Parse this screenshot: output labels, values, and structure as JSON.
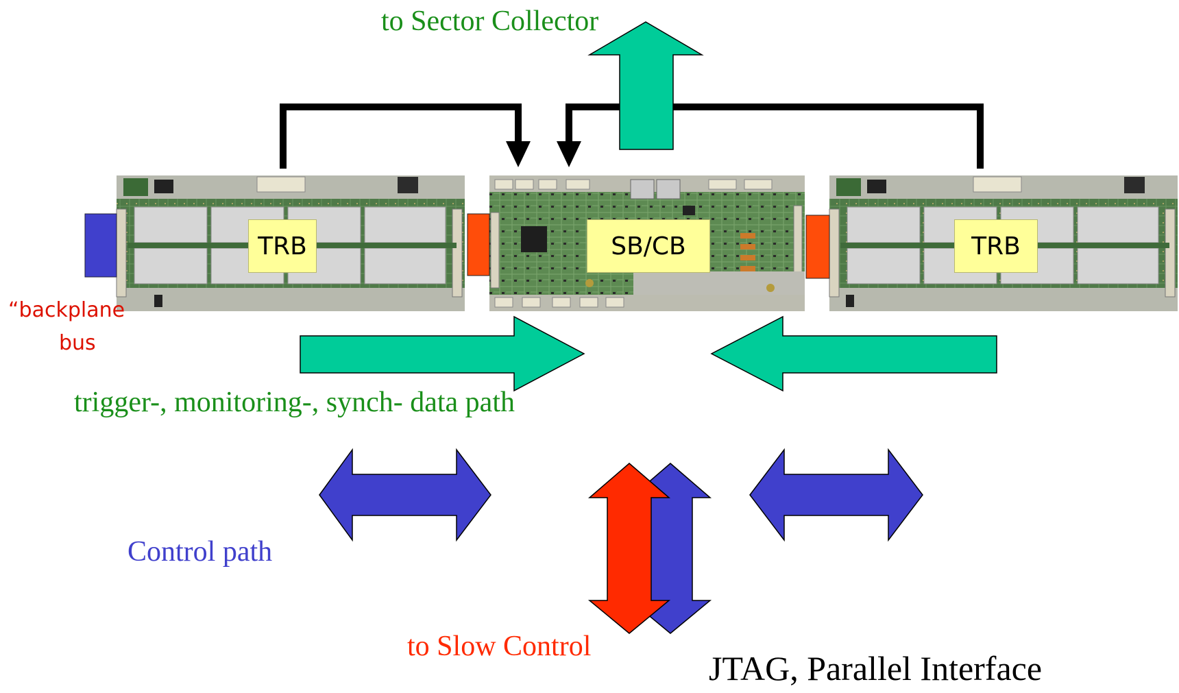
{
  "labels": {
    "sector_collector": "to Sector Collector",
    "data_path": "trigger-, monitoring-, synch- data path",
    "control_path": "Control path",
    "slow_control": "to Slow Control",
    "jtag": "JTAG, Parallel Interface",
    "backplane_line1": "“backplane",
    "backplane_line2": "bus"
  },
  "boards": {
    "left": "TRB",
    "center": "SB/CB",
    "right": "TRB"
  },
  "colors": {
    "data_green": "#00cc99",
    "text_green": "#1a8f1a",
    "control_blue": "#4040cc",
    "slow_red": "#ff2a00",
    "connector_orange": "#ff4d0a",
    "label_red": "#dd1100",
    "board_label_bg": "#ffff99"
  }
}
